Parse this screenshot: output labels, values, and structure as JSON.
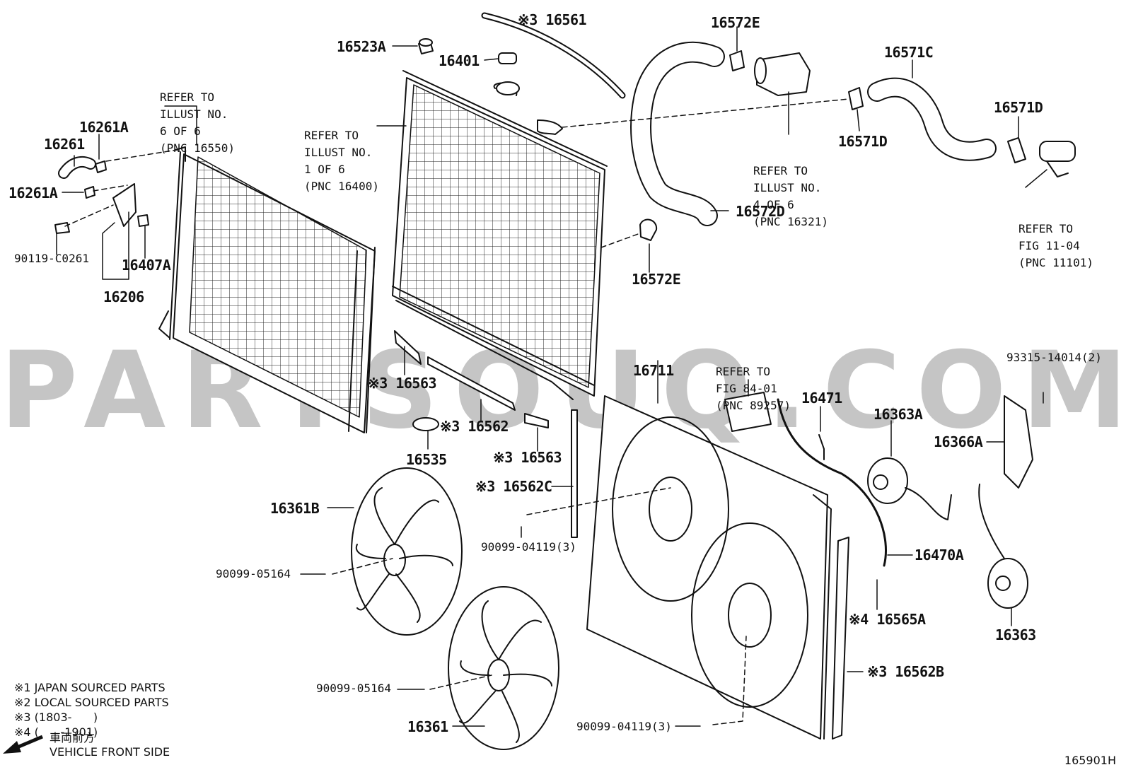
{
  "watermark": "PARTSOUQ.COM",
  "figure_id": "165901H",
  "notes": [
    "※1 JAPAN SOURCED PARTS",
    "※2 LOCAL SOURCED PARTS",
    "※3 (1803-      )",
    "※4 (      -1901)"
  ],
  "direction": {
    "jp": "車両前方",
    "en": "VEHICLE FRONT SIDE"
  },
  "references": {
    "r1": [
      "REFER TO",
      "ILLUST NO.",
      "6 OF 6",
      "(PNC 16550)"
    ],
    "r2": [
      "REFER TO",
      "ILLUST NO.",
      "1 OF 6",
      "(PNC 16400)"
    ],
    "r3": [
      "REFER TO",
      "ILLUST NO.",
      "4 OF 6",
      "(PNC 16321)"
    ],
    "r4": [
      "REFER TO",
      "FIG 11-04",
      "(PNC 11101)"
    ],
    "r5": [
      "REFER TO",
      "FIG 84-01",
      "(PNC 89257)"
    ]
  },
  "parts": {
    "p16561": "※3 16561",
    "p16523A": "16523A",
    "p16401": "16401",
    "p16572E_top": "16572E",
    "p16571C": "16571C",
    "p16571D_right": "16571D",
    "p16571D_mid": "16571D",
    "p16261A_top": "16261A",
    "p16261": "16261",
    "p16261A_low": "16261A",
    "p90119": "90119-C0261",
    "p16407A": "16407A",
    "p16206": "16206",
    "p16572D": "16572D",
    "p16572E_low": "16572E",
    "p16563_top": "※3 16563",
    "p16562": "※3 16562",
    "p16535": "16535",
    "p16563_low": "※3 16563",
    "p16711": "16711",
    "p16471": "16471",
    "p93315": "93315-14014(2)",
    "p16363A": "16363A",
    "p16366A": "16366A",
    "p16562C": "※3 16562C",
    "p16361B": "16361B",
    "p90099_04119_a": "90099-04119(3)",
    "p90099_05164_a": "90099-05164",
    "p16470A": "16470A",
    "p16565A": "※4 16565A",
    "p16363": "16363",
    "p16562B": "※3 16562B",
    "p90099_05164_b": "90099-05164",
    "p16361": "16361",
    "p90099_04119_b": "90099-04119(3)"
  }
}
